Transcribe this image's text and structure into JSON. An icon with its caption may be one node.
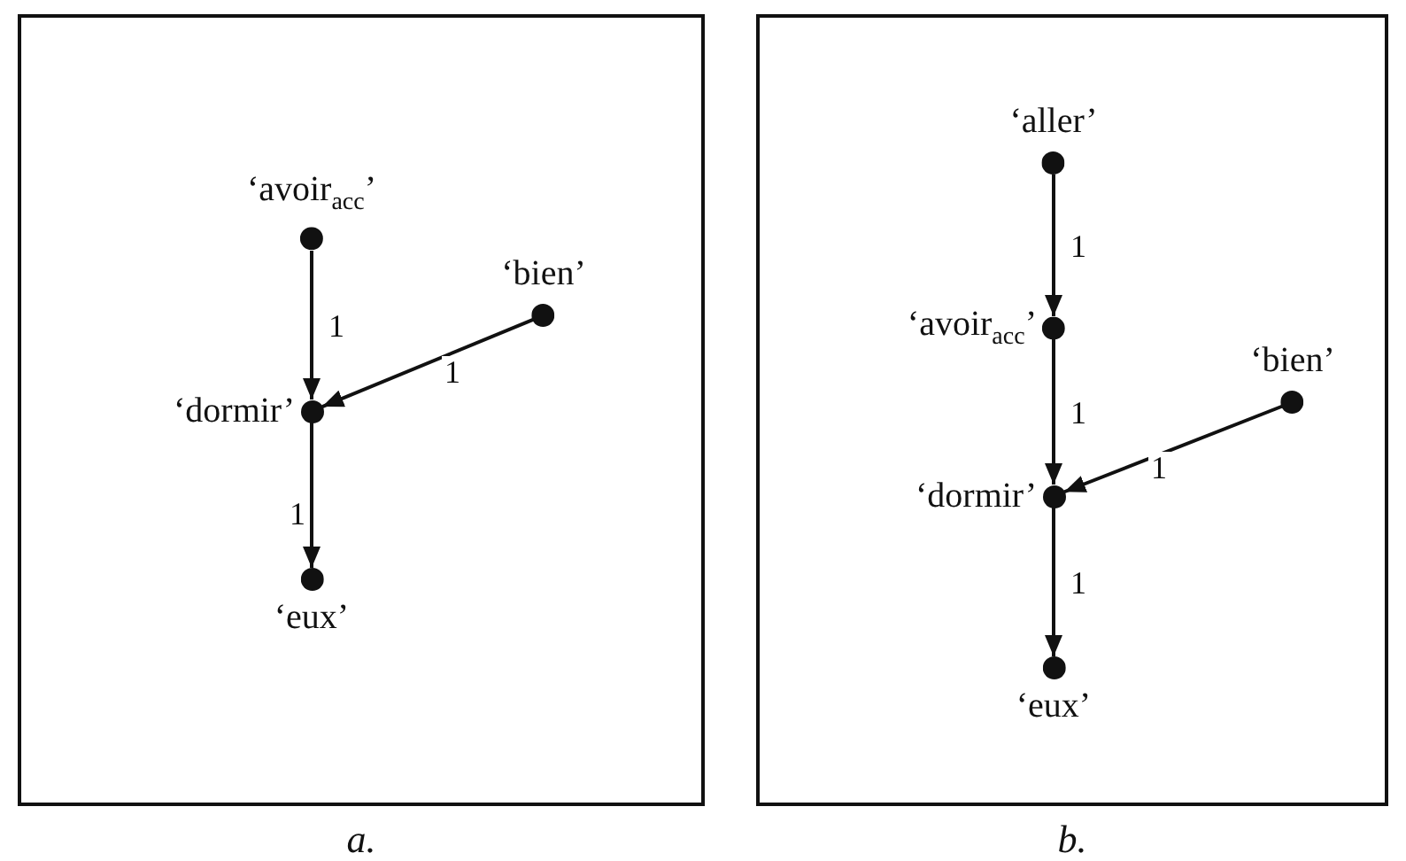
{
  "diagram": {
    "nodes": [
      {
        "text": [
          "a."
        ]
      },
      {
        "text": [
          "‘avoir$_{acc}$’"
        ],
        "in": 0
      },
      {
        "text": [
          "‘bien’"
        ],
        "in": 0
      },
      {
        "text": [
          "‘dormir’"
        ],
        "in": 0
      },
      {
        "text": [
          "‘eux’"
        ],
        "in": 0
      },
      {
        "text": [
          "b."
        ]
      },
      {
        "text": [
          "‘aller’"
        ],
        "in": 5
      },
      {
        "text": [
          "‘avoir$_{acc}$’"
        ],
        "in": 5
      },
      {
        "text": [
          "‘bien’"
        ],
        "in": 5
      },
      {
        "text": [
          "‘dormir’"
        ],
        "in": 5
      },
      {
        "text": [
          "‘eux’"
        ],
        "in": 5
      }
    ],
    "edges": [
      {
        "from": 1,
        "to": 3,
        "arrow": "to",
        "label": "1"
      },
      {
        "from": 2,
        "to": 3,
        "arrow": "to",
        "label": "1"
      },
      {
        "from": 3,
        "to": 4,
        "arrow": "to",
        "label": "1"
      },
      {
        "from": 6,
        "to": 7,
        "arrow": "to",
        "label": "1"
      },
      {
        "from": 7,
        "to": 9,
        "arrow": "to",
        "label": "1"
      },
      {
        "from": 8,
        "to": 9,
        "arrow": "to",
        "label": "1"
      },
      {
        "from": 9,
        "to": 10,
        "arrow": "to",
        "label": "1"
      }
    ]
  }
}
